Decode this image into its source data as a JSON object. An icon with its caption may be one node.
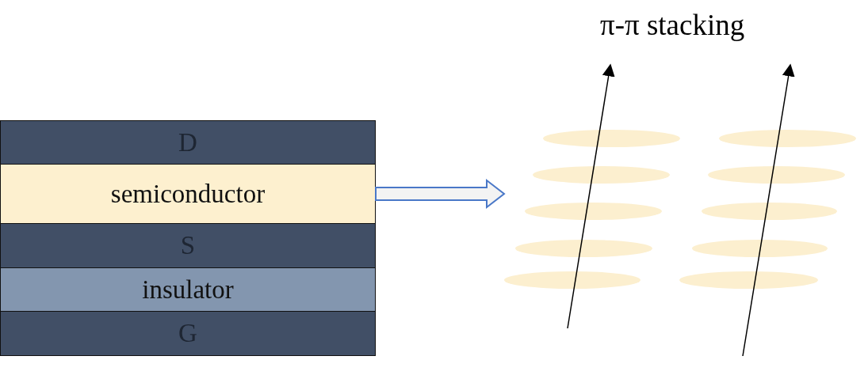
{
  "diagram": {
    "nodes": [
      {
        "text": [
          "D"
        ]
      },
      {
        "text": [
          "semiconductor"
        ]
      },
      {
        "text": [
          "S"
        ]
      },
      {
        "text": [
          "insulator"
        ]
      },
      {
        "text": [
          "G"
        ]
      },
      {
        "text": [],
        "shape": "picture"
      }
    ],
    "edges": [
      {
        "from": 1,
        "to": 5,
        "arrow": "to"
      }
    ],
    "labels": [
      "π-π stacking"
    ]
  }
}
